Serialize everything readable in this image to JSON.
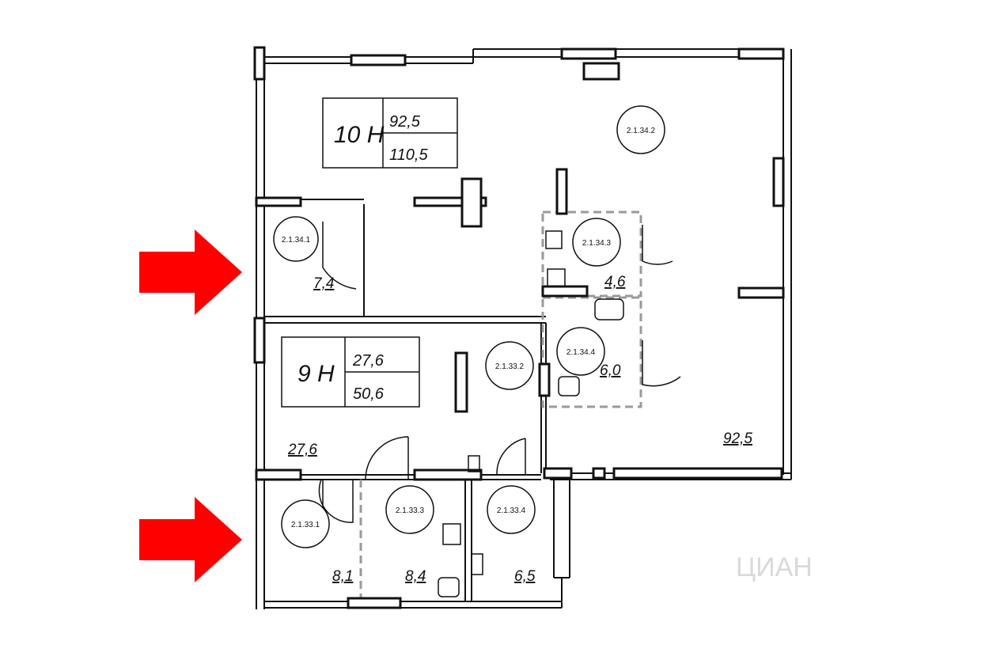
{
  "units": [
    {
      "name": "10 Н",
      "area_living": "92,5",
      "area_total": "110,5"
    },
    {
      "name": "9 Н",
      "area_living": "27,6",
      "area_total": "50,6"
    }
  ],
  "room_codes": [
    "2.1.34.2",
    "2.1.34.1",
    "2.1.34.3",
    "2.1.34.4",
    "2.1.33.2",
    "2.1.33.1",
    "2.1.33.3",
    "2.1.33.4"
  ],
  "room_areas": [
    "7,4",
    "4,6",
    "6,0",
    "92,5",
    "27,6",
    "8,1",
    "8,4",
    "6,5"
  ],
  "watermark": "ЦИАН",
  "colors": {
    "arrow": "#ff0000",
    "wall": "#111111",
    "dashed": "#9a9a9a"
  }
}
